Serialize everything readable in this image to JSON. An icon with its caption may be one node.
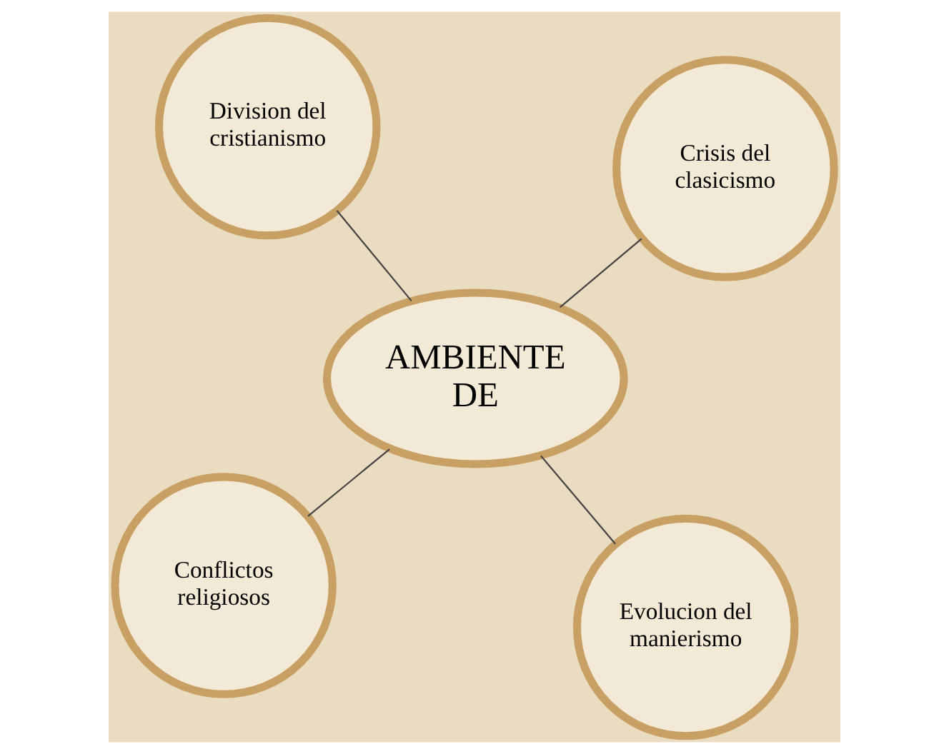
{
  "diagram": {
    "nodes": [
      {
        "text": [
          "Conflictos religiosos"
        ]
      },
      {
        "text": [
          "Evolucion del manierismo"
        ]
      },
      {
        "text": [
          "AMBIENTE DE"
        ]
      },
      {
        "text": [
          "Division del cristianismo"
        ]
      },
      {
        "text": [
          "Crisis del clasicismo"
        ]
      }
    ],
    "edges": [
      {
        "from": 2,
        "to": 0,
        "arrow": "none"
      },
      {
        "from": 2,
        "to": 1,
        "arrow": "none"
      },
      {
        "from": 2,
        "to": 3,
        "arrow": "none"
      },
      {
        "from": 2,
        "to": 4,
        "arrow": "none"
      }
    ]
  }
}
